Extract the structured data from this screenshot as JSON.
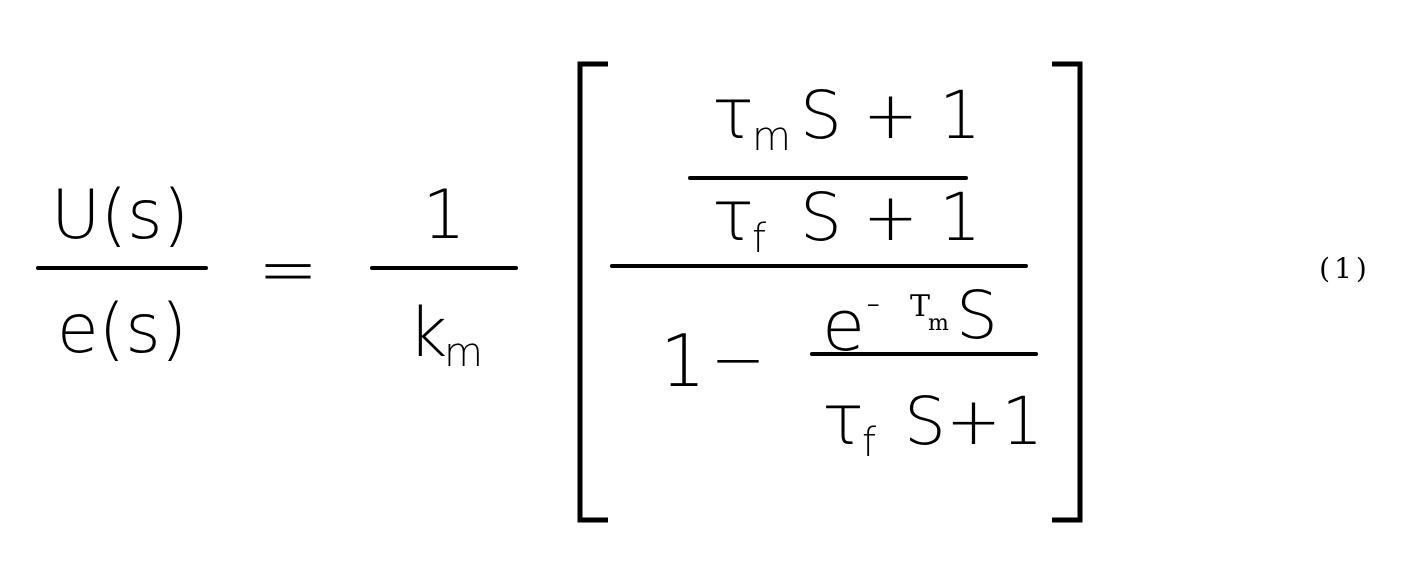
{
  "equation": {
    "lhs": {
      "numerator": "U(s)",
      "denominator": "e(s)"
    },
    "equals": "=",
    "gain": {
      "numerator": "1",
      "denominator_symbol": "k",
      "denominator_subscript": "m"
    },
    "bracket_content": {
      "outer_numerator": {
        "numerator": {
          "symbol": "τ",
          "subscript": "m",
          "rest": "S + 1"
        },
        "denominator": {
          "symbol": "τ",
          "subscript": "f",
          "rest": "S + 1"
        }
      },
      "outer_denominator": {
        "lead": "1",
        "minus": "−",
        "numerator": {
          "base": "e",
          "sup_sign": "-",
          "sup_symbol": "T",
          "sup_subscript": "m",
          "sup_rest": "S"
        },
        "denominator": {
          "symbol": "τ",
          "subscript": "f",
          "rest": "S+1"
        }
      }
    },
    "number": "(1)"
  }
}
